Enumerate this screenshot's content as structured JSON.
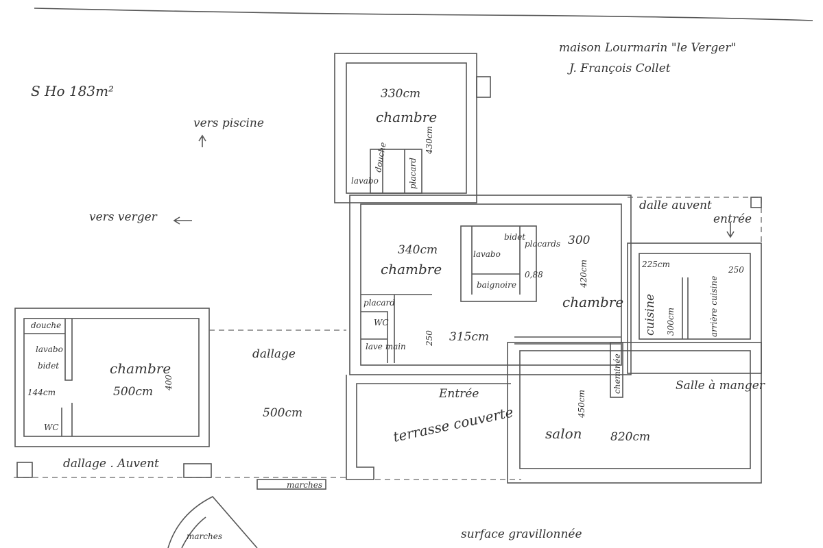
{
  "header": {
    "title": "maison Lourmarin \"le Verger\"",
    "author": "J. François Collet",
    "area": "S Ho 183m²"
  },
  "directions": {
    "piscine": "vers piscine",
    "verger": "vers verger",
    "entree": "entrée"
  },
  "rooms": {
    "top_bedroom": {
      "name": "chambre",
      "width": "330cm",
      "depth": "430cm",
      "lavabo": "lavabo",
      "douche": "douche",
      "placard": "placard"
    },
    "middle_bedroom": {
      "name": "chambre",
      "width": "340cm",
      "placard": "placard",
      "wc": "WC",
      "lave_main": "lave main"
    },
    "bathroom": {
      "lavabo": "lavabo",
      "bidet": "bidet",
      "baignoire": "baignoire",
      "placards": "placards",
      "value": "0,88"
    },
    "right_bedroom": {
      "name": "chambre",
      "width": "300",
      "depth": "420cm"
    },
    "corridor": {
      "width": "315cm",
      "depth": "250"
    },
    "kitchen": {
      "name": "cuisine",
      "width": "225cm",
      "depth": "300cm"
    },
    "back_kitchen": {
      "name": "arrière cuisine",
      "width": "250"
    },
    "dalle": "dalle auvent",
    "salle": "Salle à manger",
    "salon": {
      "name": "salon",
      "width": "820cm",
      "depth": "450cm"
    },
    "cheminee": "cheminée",
    "entree": "Entrée",
    "terrasse": "terrasse couverte",
    "dallage": {
      "name": "dallage",
      "width": "500cm"
    },
    "left_bedroom": {
      "name": "chambre",
      "width": "500cm",
      "depth": "400",
      "douche": "douche",
      "lavabo": "lavabo",
      "bidet": "bidet",
      "bath_width": "144cm",
      "wc": "WC"
    },
    "dallage_auvent": "dallage . Auvent",
    "marches": "marches",
    "marches2": "marches",
    "surface": "surface gravillonnée"
  }
}
